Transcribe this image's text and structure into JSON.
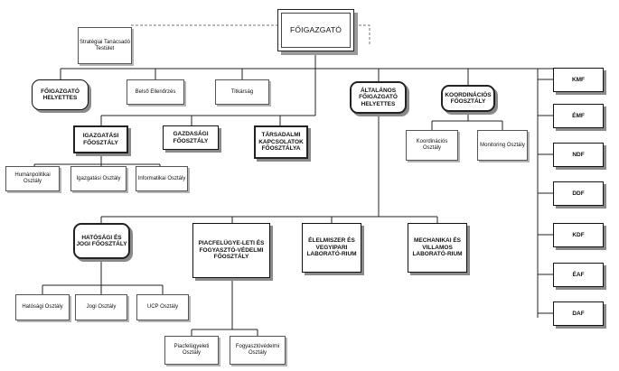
{
  "chart": {
    "head": "FŐIGAZGATÓ",
    "advisory": "Stratégiai Tanácsadó Testület",
    "deputy": "FŐIGAZGATÓ HELYETTES",
    "internal_audit": "Belső Ellenőrzés",
    "secretariat": "Titkárság",
    "general_deputy": "ÁLTALÁNOS FŐIGAZGATÓ HELYETTES",
    "coordination": "KOORDINÁCIÓS FŐOSZTÁLY",
    "coord_dept": "Koordinációs Osztály",
    "monitoring_dept": "Monitoring Osztály",
    "admin": "IGAZGATÁSI FŐOSZTÁLY",
    "economic": "GAZDASÁGI FŐOSZTÁLY",
    "public_relations": "TÁRSADALMI KAPCSOLATOK FŐOSZTÁLYA",
    "hr_dept": "Humánpolitikai Osztály",
    "admin_dept": "Igazgatási Osztály",
    "it_dept": "Informatikai Osztály",
    "authority_legal": "HATÓSÁGI ÉS JOGI FŐOSZTÁLY",
    "market_consumer": "PIACFELÜGYE-LETI ÉS FOGYASZTÓ-VÉDELMI FŐOSZTÁLY",
    "food_lab": "ÉLELMISZER ÉS VEGYIPARI LABORATÓ-RIUM",
    "mech_lab": "MECHANIKAI ÉS VILLAMOS LABORATÓ-RIUM",
    "authority_dept": "Hatósági Osztály",
    "legal_dept": "Jogi Osztály",
    "ucp_dept": "UCP Osztály",
    "market_dept": "Piacfelügyeleti Osztály",
    "consumer_dept": "Fogyasztóvédelmi Osztály",
    "regional": [
      "KMF",
      "ÉMF",
      "NDF",
      "DDF",
      "KDF",
      "ÉAF",
      "DAF"
    ]
  }
}
